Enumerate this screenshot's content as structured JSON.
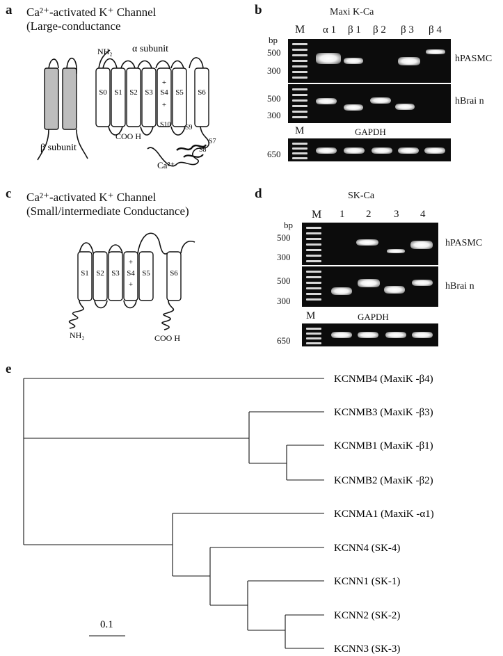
{
  "panel_a": {
    "label": "a",
    "title_line1": "Ca²⁺-activated  K⁺ Channel",
    "title_line2": "(Large-conductance",
    "nh2": "NH₂",
    "alpha": "α subunit",
    "beta": "β subunit",
    "cooh": "COO H",
    "ca": "Ca²⁺",
    "segments": [
      "S0",
      "S1",
      "S2",
      "S3",
      "S4",
      "S5",
      "S6"
    ],
    "plus": "+",
    "s7": "S7",
    "s8": "S8",
    "s9": "S9",
    "s10": "S10"
  },
  "panel_b": {
    "label": "b",
    "title": "Maxi K-Ca",
    "bp": "bp",
    "m": "M",
    "lanes": [
      "α 1",
      "β 1",
      "β 2",
      "β 3",
      "β 4"
    ],
    "ticks1": [
      "500",
      "300"
    ],
    "ticks2": [
      "500",
      "300"
    ],
    "ticks3": [
      "650"
    ],
    "row1": "hPASMC",
    "row2": "hBrai n",
    "gapdh": "GAPDH"
  },
  "panel_c": {
    "label": "c",
    "title_line1": "Ca²⁺-activated  K⁺ Channel",
    "title_line2": "(Small/intermediate Conductance)",
    "segments": [
      "S1",
      "S2",
      "S3",
      "S4",
      "S5",
      "S6"
    ],
    "plus": "+",
    "nh2": "NH₂",
    "cooh": "COO H"
  },
  "panel_d": {
    "label": "d",
    "title": "SK-Ca",
    "bp": "bp",
    "m": "M",
    "lanes": [
      "1",
      "2",
      "3",
      "4"
    ],
    "ticks1": [
      "500",
      "300"
    ],
    "ticks2": [
      "500",
      "300"
    ],
    "ticks3": [
      "650"
    ],
    "row1": "hPASMC",
    "row2": "hBrai n",
    "gapdh": "GAPDH"
  },
  "panel_e": {
    "label": "e",
    "scale": "0.1",
    "leaves": [
      "KCNMB4 (MaxiK -β4)",
      "KCNMB3 (MaxiK -β3)",
      "KCNMB1 (MaxiK -β1)",
      "KCNMB2 (MaxiK -β2)",
      "KCNMA1 (MaxiK -α1)",
      "KCNN4 (SK-4)",
      "KCNN1 (SK-1)",
      "KCNN2 (SK-2)",
      "KCNN3 (SK-3)"
    ]
  }
}
